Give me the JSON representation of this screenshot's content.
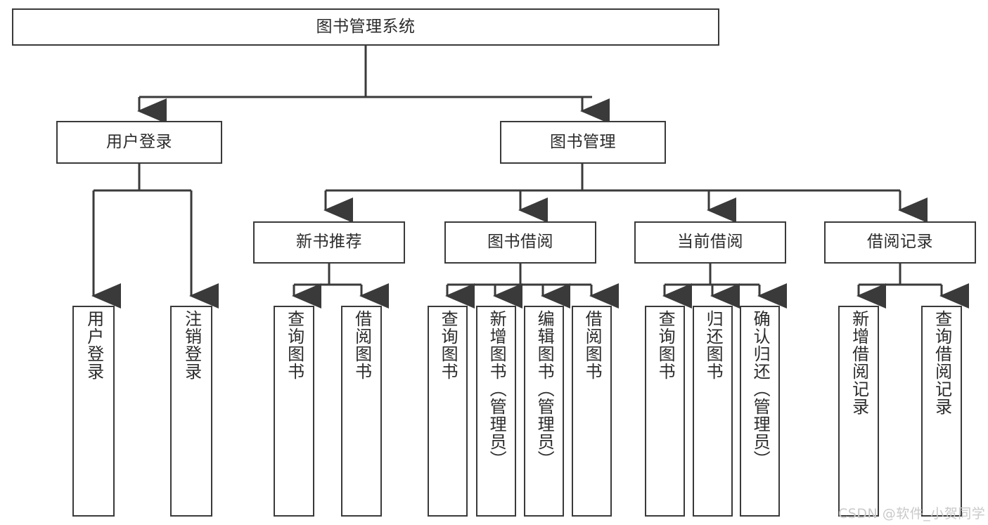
{
  "diagram": {
    "title": "图书管理系统",
    "type": "tree-hierarchy-chart",
    "orientation": "top-down",
    "colors": {
      "node_border": "#3a3a3a",
      "node_fill": "#ffffff",
      "text": "#2b2b2b",
      "connector": "#3a3a3a",
      "watermark": "#c9c9c9",
      "background": "#ffffff"
    }
  },
  "nodes": {
    "root": {
      "label": "图书管理系统"
    },
    "level1": [
      {
        "id": "user-login",
        "label": "用户登录"
      },
      {
        "id": "book-management",
        "label": "图书管理"
      }
    ],
    "level2": [
      {
        "id": "new-book-recommend",
        "label": "新书推荐"
      },
      {
        "id": "book-borrow",
        "label": "图书借阅"
      },
      {
        "id": "current-borrow",
        "label": "当前借阅"
      },
      {
        "id": "borrow-record",
        "label": "借阅记录"
      }
    ],
    "leaves": {
      "user-login": [
        {
          "id": "leaf-user-login",
          "label": "用户登录"
        },
        {
          "id": "leaf-logout",
          "label": "注销登录"
        }
      ],
      "new-book-recommend": [
        {
          "id": "leaf-query-book-1",
          "label": "查询图书"
        },
        {
          "id": "leaf-borrow-book-1",
          "label": "借阅图书"
        }
      ],
      "book-borrow": [
        {
          "id": "leaf-query-book-2",
          "label": "查询图书"
        },
        {
          "id": "leaf-add-book",
          "label": "新增图书（管理员）"
        },
        {
          "id": "leaf-edit-book",
          "label": "编辑图书（管理员）"
        },
        {
          "id": "leaf-borrow-book-2",
          "label": "借阅图书"
        }
      ],
      "current-borrow": [
        {
          "id": "leaf-query-book-3",
          "label": "查询图书"
        },
        {
          "id": "leaf-return-book",
          "label": "归还图书"
        },
        {
          "id": "leaf-confirm-return",
          "label": "确认归还（管理员）"
        }
      ],
      "borrow-record": [
        {
          "id": "leaf-add-record",
          "label": "新增借阅记录"
        },
        {
          "id": "leaf-query-record",
          "label": "查询借阅记录"
        }
      ]
    }
  },
  "watermark": {
    "text": "CSDN @软件_小贺同学"
  }
}
